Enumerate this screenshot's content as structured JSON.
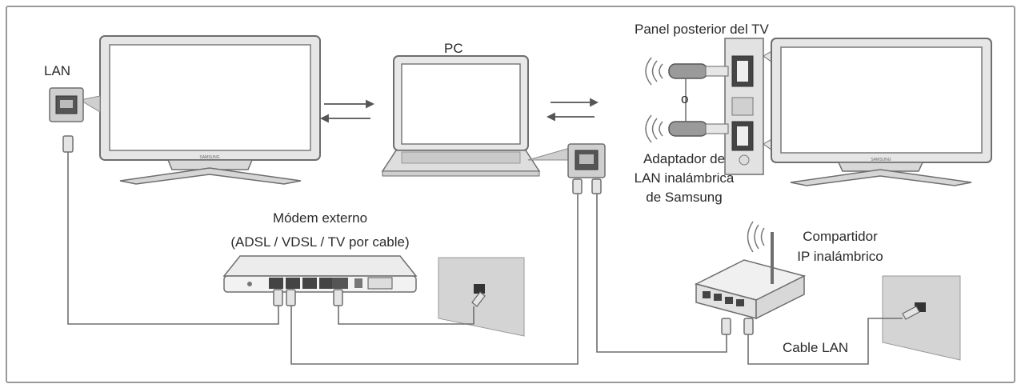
{
  "labels": {
    "lan": "LAN",
    "pc": "PC",
    "tv_back_panel": "Panel posterior del TV",
    "or": "o",
    "adapter_line1": "Adaptador de",
    "adapter_line2": "LAN inalámbrica",
    "adapter_line3": "de Samsung",
    "modem_line1": "Módem externo",
    "modem_line2": "(ADSL / VDSL / TV por cable)",
    "router_line1": "Compartidor",
    "router_line2": "IP inalámbrico",
    "cable_lan": "Cable LAN",
    "tv_brand": "SAMSUNG"
  },
  "colors": {
    "frame": "#9a9a9a",
    "line": "#6e6e6e",
    "screen": "#ffffff",
    "device_fill": "#f2f2f2",
    "wall": "#cfcfcf"
  }
}
